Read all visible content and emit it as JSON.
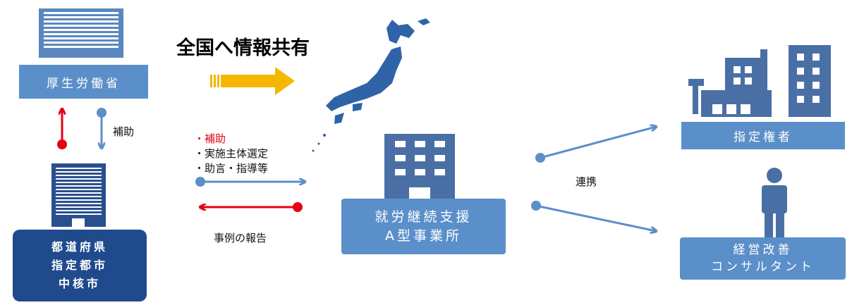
{
  "title": "全国へ情報共有",
  "mhlw": {
    "label": "厚生労働省"
  },
  "prefecture": {
    "lines": [
      "都道府県",
      "指定都市",
      "中核市"
    ]
  },
  "office": {
    "lines": [
      "就労継続支援",
      "A型事業所"
    ]
  },
  "designated": {
    "label": "指定権者"
  },
  "consultant": {
    "lines": [
      "経営改善",
      "コンサルタント"
    ]
  },
  "labels": {
    "subsidy": "補助",
    "case_report": "事例の報告",
    "cooperation": "連携"
  },
  "support_list": {
    "item1": "・補助",
    "item2": "・実施主体選定",
    "item3": "・助言・指導等"
  },
  "colors": {
    "mid_blue": "#5b8fc9",
    "dark_blue": "#1f4a8c",
    "red": "#e60012",
    "arrow_blue": "#5b8fc9",
    "gold": "#f5b700",
    "building": "#4a6fa5"
  }
}
